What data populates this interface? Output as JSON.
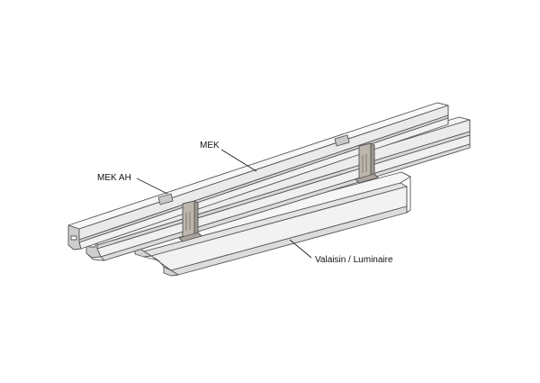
{
  "labels": {
    "mek": "MEK",
    "mek_ah": "MEK AH",
    "luminaire": "Valaisin / Luminaire"
  },
  "colors": {
    "line": "#555555",
    "fill_light": "#f4f4f4",
    "fill_mid": "#e6e6e6",
    "fill_dark": "#cfcfcf",
    "bracket": "#b9b2aa"
  }
}
